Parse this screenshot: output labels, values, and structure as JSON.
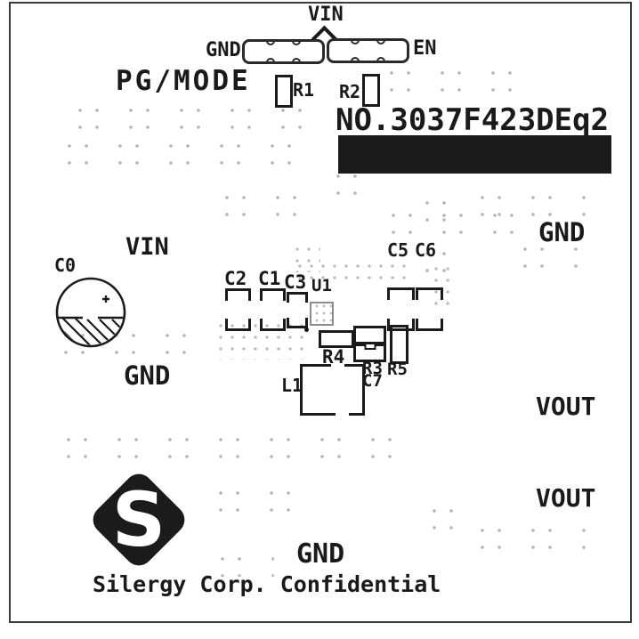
{
  "colors": {
    "silkscreen": "#1a1a1a",
    "board": "#ffffff",
    "via_dot": "#b5b5b5"
  },
  "top": {
    "vin": "VIN",
    "gnd": "GND",
    "en": "EN",
    "pg_mode": "PG/MODE"
  },
  "part_number": "NO.3037F423DEq2",
  "left_section": {
    "c0": "C0",
    "vin": "VIN",
    "gnd": "GND"
  },
  "right_labels": {
    "gnd": "GND",
    "vout_upper": "VOUT",
    "vout_lower": "VOUT"
  },
  "components": {
    "r1": "R1",
    "r2": "R2",
    "c2": "C2",
    "c1": "C1",
    "c3": "C3",
    "u1": "U1",
    "c5": "C5",
    "c6": "C6",
    "r4": "R4",
    "r3": "R3",
    "c7": "C7",
    "r5": "R5",
    "l1": "L1"
  },
  "bottom": {
    "gnd": "GND",
    "confidential": "Silergy Corp. Confidential",
    "logo_letter": "S"
  }
}
